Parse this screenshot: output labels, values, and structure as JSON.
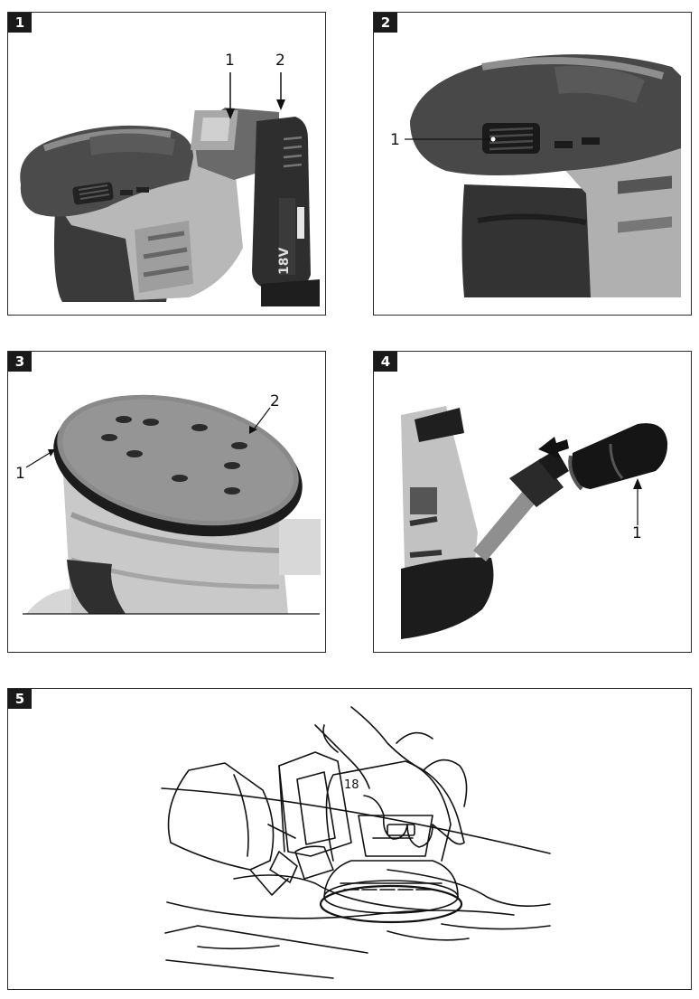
{
  "figures": [
    {
      "number": "1",
      "callouts": [
        "1",
        "2"
      ],
      "battery_text": "18V"
    },
    {
      "number": "2",
      "callouts": [
        "1"
      ]
    },
    {
      "number": "3",
      "callouts": [
        "1",
        "2"
      ]
    },
    {
      "number": "4",
      "callouts": [
        "1"
      ]
    },
    {
      "number": "5"
    }
  ],
  "colors": {
    "frame": "#2a2a2a",
    "badge_bg": "#1a1a1a",
    "badge_text": "#ffffff"
  }
}
